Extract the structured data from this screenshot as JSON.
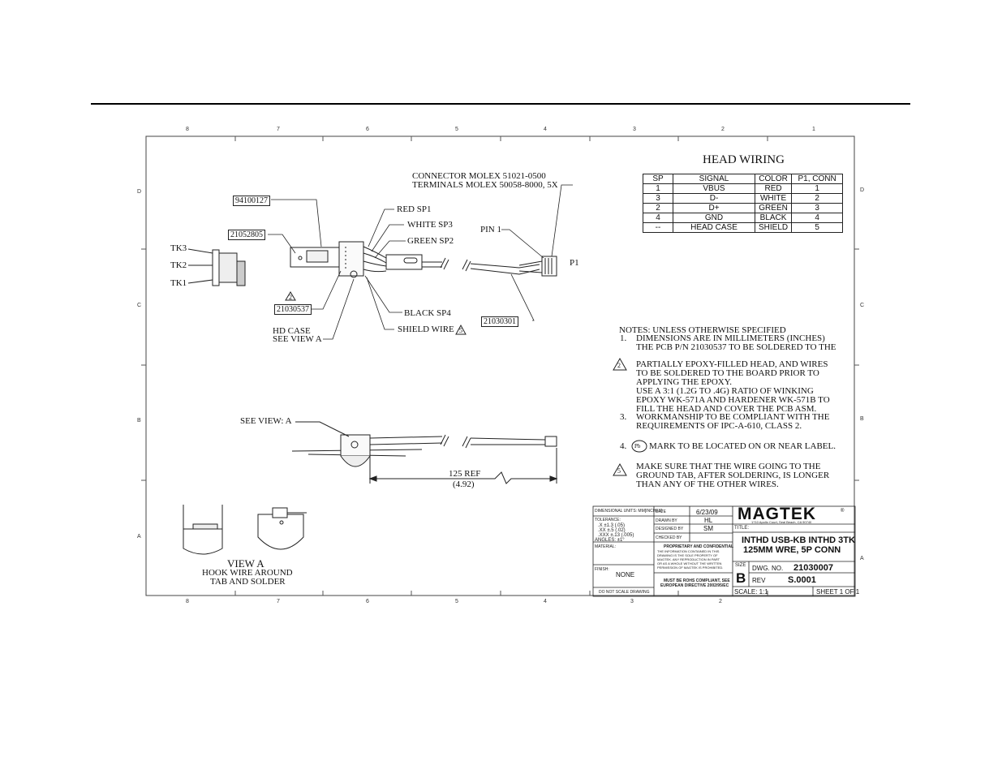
{
  "zones": {
    "cols_top": [
      "8",
      "7",
      "6",
      "5",
      "4",
      "3",
      "2",
      "1"
    ],
    "cols_bottom": [
      "8",
      "7",
      "6",
      "5",
      "4",
      "3",
      "2"
    ],
    "rows": [
      "D",
      "C",
      "B",
      "A"
    ]
  },
  "head_wiring": {
    "title": "HEAD WIRING",
    "headers": [
      "SP",
      "SIGNAL",
      "COLOR",
      "P1, CONN"
    ],
    "rows": [
      [
        "1",
        "VBUS",
        "RED",
        "1"
      ],
      [
        "3",
        "D-",
        "WHITE",
        "2"
      ],
      [
        "2",
        "D+",
        "GREEN",
        "3"
      ],
      [
        "4",
        "GND",
        "BLACK",
        "4"
      ],
      [
        "--",
        "HEAD CASE",
        "SHIELD",
        "5"
      ]
    ]
  },
  "labels": {
    "connector_line1": "CONNECTOR MOLEX 51021-0500",
    "connector_line2": "TERMINALS MOLEX 50058-8000, 5X",
    "part_94100127": "94100127",
    "part_21052805": "21052805",
    "part_21030537": "21030537",
    "part_21030301": "21030301",
    "red_sp1": "RED SP1",
    "white_sp3": "WHITE SP3",
    "green_sp2": "GREEN SP2",
    "black_sp4": "BLACK SP4",
    "shield_wire": "SHIELD WIRE",
    "pin1": "PIN 1",
    "p1": "P1",
    "tk3": "TK3",
    "tk2": "TK2",
    "tk1": "TK1",
    "hd_case": "HD CASE",
    "see_view_a": "SEE VIEW A",
    "see_view_a2": "SEE VIEW: A",
    "ref_len": "125 REF",
    "ref_len_in": "(4.92)",
    "view_a": "VIEW A",
    "view_a_line2": "HOOK WIRE AROUND",
    "view_a_line3": "TAB AND SOLDER",
    "flag2": "2",
    "flag5": "5"
  },
  "notes": {
    "title": "NOTES: UNLESS OTHERWISE SPECIFIED",
    "n1_num": "1.",
    "n1a": "DIMENSIONS ARE IN MILLIMETERS (INCHES)",
    "n1b": "THE PCB P/N 21030537 TO BE SOLDERED TO THE",
    "n2_num": "2",
    "n2a": "PARTIALLY EPOXY-FILLED HEAD, AND WIRES",
    "n2b": "TO BE SOLDERED TO THE BOARD PRIOR TO",
    "n2c": "APPLYING THE EPOXY.",
    "n2d": "USE A 3:1 (1.2G TO .4G) RATIO OF WINKING",
    "n2e": "EPOXY WK-571A AND HARDENER WK-571B TO",
    "n2f": "FILL THE HEAD AND COVER THE PCB ASM.",
    "n3_num": "3.",
    "n3a": "WORKMANSHIP TO BE COMPLIANT WITH THE",
    "n3b": "REQUIREMENTS OF IPC-A-610, CLASS 2.",
    "n4_num": "4.",
    "n4_sym": "Pb",
    "n4a": "MARK TO BE LOCATED ON OR NEAR LABEL.",
    "n5_num": "5",
    "n5a": "MAKE SURE THAT THE WIRE GOING TO THE",
    "n5b": "GROUND TAB, AFTER SOLDERING, IS LONGER",
    "n5c": "THAN ANY OF THE OTHER WIRES."
  },
  "title_block": {
    "dim_units": "DIMENSIONAL UNITS: MM[INCHES]",
    "tolerance": "TOLERANCE:",
    "tol_x": ".X   ±1.3 (.05)",
    "tol_xx": ".XX  ±.5 (.02)",
    "tol_xxx": ".XXX ±.13 (.005)",
    "angles": "ANGLES: ±1°",
    "material": "MATERIAL:",
    "finish": "FINISH:",
    "finish_val": "NONE",
    "do_not_scale": "DO NOT SCALE DRAWING",
    "date_lbl": "DATE",
    "date_val": "6/23/09",
    "drawn_lbl": "DRAWN BY",
    "drawn_val": "HL",
    "designed_lbl": "DESIGNED BY",
    "designed_val": "SM",
    "checked_lbl": "CHECKED BY",
    "prop_title": "PROPRIETARY AND CONFIDENTIAL",
    "prop_1": "THE INFORMATION CONTAINED IN THIS",
    "prop_2": "DRAWING IS THE SOLE PROPERTY OF",
    "prop_3": "MAGTEK. ANY REPRODUCTION IN PART",
    "prop_4": "OR AS A WHOLE WITHOUT THE WRITTEN",
    "prop_5": "PERMISSION OF MAGTEK IS PROHIBITED.",
    "rohs_1": "MUST BE ROHS COMPLIANT, SEE",
    "rohs_2": "EUROPEAN DIRECTIVE 2002/95/EC",
    "logo": "MAGTEK",
    "logo_sub": "1710 Apollo Court, Seal Beach, CA 90740",
    "title_lbl": "TITLE:",
    "title_1": "INTHD USB-KB INTHD 3TK",
    "title_2": "125MM WRE, 5P CONN",
    "size_lbl": "SIZE",
    "size_val": "B",
    "dwg_lbl": "DWG. NO.",
    "dwg_val": "21030007",
    "rev_lbl": "REV",
    "rev_val": "S.0001",
    "scale": "SCALE: 1:1",
    "sheet": "SHEET 1 OF 1"
  }
}
